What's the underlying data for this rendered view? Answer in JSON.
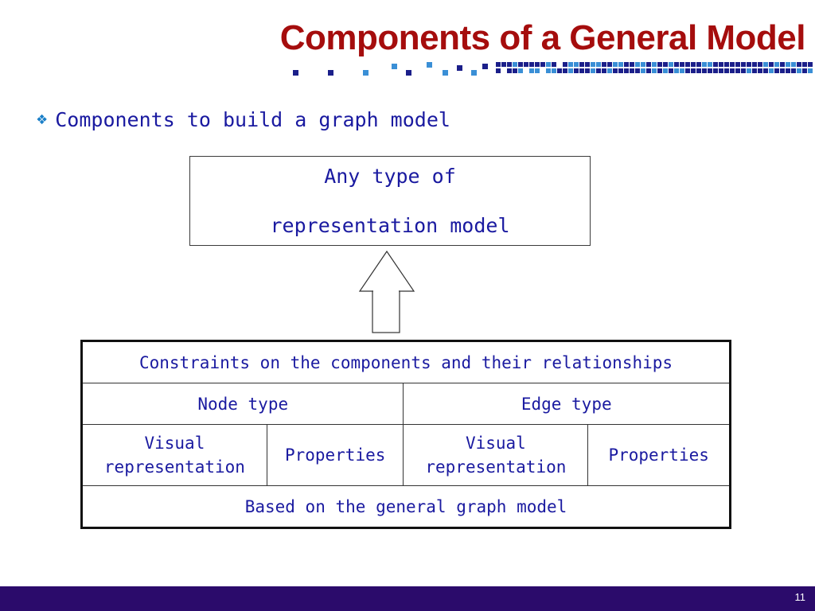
{
  "slide": {
    "title": "Components of a General Model",
    "bullet": {
      "icon": "four-diamond-bullet-icon",
      "text": "Components to build a graph model"
    },
    "top_box": {
      "line1": "Any type of",
      "line2": "representation model"
    },
    "table": {
      "row1": "Constraints on the components and their relationships",
      "node_type": "Node type",
      "edge_type": "Edge type",
      "node_visual_line1": "Visual",
      "node_visual_line2": "representation",
      "node_properties": "Properties",
      "edge_visual_line1": "Visual",
      "edge_visual_line2": "representation",
      "edge_properties": "Properties",
      "bottom": "Based on the general graph model"
    },
    "page_number": "11"
  },
  "colors": {
    "title": "#a50d0d",
    "body_text": "#1a1aa0",
    "bullet_icon": "#1a7fc8",
    "footer_bar": "#2b0b6b",
    "deco_dark": "#1b1f8a",
    "deco_light": "#3a8fd6"
  }
}
